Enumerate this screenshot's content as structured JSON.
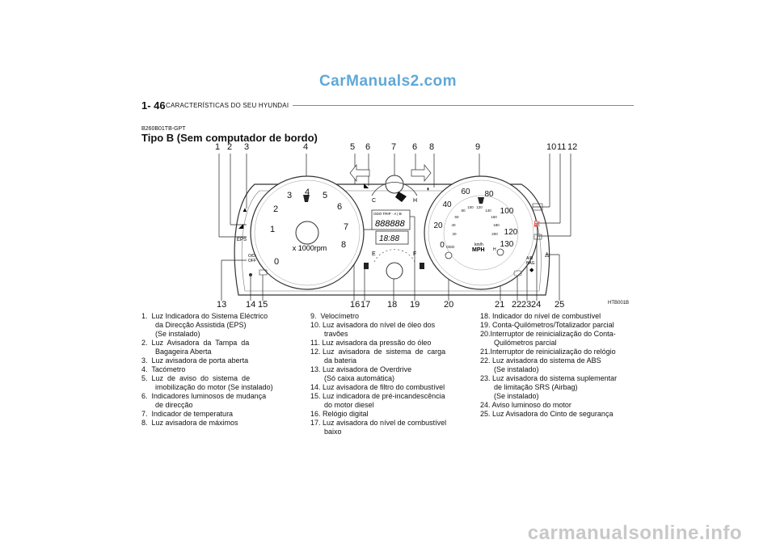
{
  "watermark_top": "CarManuals2.com",
  "header": {
    "page_number": "1- 46",
    "section_title": "CARACTERÍSTICAS DO SEU HYUNDAI"
  },
  "section": {
    "code": "B260B01TB-GPT",
    "title": "Tipo B (Sem computador de bordo)"
  },
  "figure": {
    "code": "HTB001B",
    "callouts_top": [
      "1",
      "2",
      "3",
      "4",
      "5",
      "6",
      "7",
      "6",
      "8",
      "9",
      "10",
      "11",
      "12"
    ],
    "callouts_bottom": [
      "13",
      "14",
      "15",
      "16",
      "17",
      "18",
      "19",
      "20",
      "21",
      "22",
      "23",
      "24",
      "25"
    ],
    "tach_numbers": [
      "0",
      "1",
      "2",
      "3",
      "4",
      "5",
      "6",
      "7",
      "8"
    ],
    "tach_unit": "x 1000rpm",
    "speed_kmh": [
      "0",
      "20",
      "40",
      "60",
      "80",
      "100",
      "120",
      "130"
    ],
    "speed_mph_inner": [
      "20",
      "40",
      "60",
      "80",
      "100",
      "120",
      "140",
      "160",
      "180",
      "200"
    ],
    "speed_unit_kmh": "km/h",
    "speed_unit_mph": "MPH",
    "odo_label": "ODO",
    "odo_trip_label": "ODO TRIP · A | B",
    "odo_digits": "888888",
    "clock_digits": "18:88",
    "gauge_letters": {
      "cold": "C",
      "hot": "H",
      "empty": "E",
      "full": "F",
      "h2": "H"
    },
    "labels": {
      "eps": "EPS",
      "od_off": "O/D\nOFF",
      "abs": "ABS",
      "airbag": "AIR\nBAG"
    }
  },
  "lists": {
    "col1": [
      "1.  Luz Indicadora do Sistema Eléctrico\nda Direcção Assistida (EPS)\n(Se instalado)",
      "2.  Luz  Avisadora  da  Tampa  da\nBagageira Aberta",
      "3.  Luz avisadora de porta aberta",
      "4.  Tacómetro",
      "5.  Luz  de  aviso  do  sistema  de\nimobilização do motor (Se instalado)",
      "6.  Indicadores luminosos de mudança\nde direcção",
      "7.  Indicador de temperatura",
      "8.  Luz avisadora de máximos"
    ],
    "col2": [
      "9.  Velocímetro",
      "10. Luz avisadora do nível de óleo dos\ntravões",
      "11. Luz avisadora da pressão do óleo",
      "12. Luz  avisadora  de  sistema  de  carga\nda bateria",
      "13. Luz avisadora de Overdrive\n(Só caixa automática)",
      "14. Luz avisadora de filtro do combustível",
      "15. Luz indicadora de pré-incandescência\ndo motor diesel",
      "16. Relógio digital",
      "17. Luz avisadora do nível de combustível\nbaixo"
    ],
    "col3": [
      "18. Indicador do nível de combustível",
      "19. Conta-Quilómetros/Totalizador parcial",
      "20.Interruptor de reinicialização do Conta-\nQuilómetros parcial",
      "21.Interruptor de reinicialização do relógio",
      "22. Luz avisadora do sistema de ABS\n(Se instalado)",
      "23. Luz avisadora do sistema suplementar\nde limitação SRS (Airbag)\n(Se instalado)",
      "24. Aviso luminoso do motor",
      "25. Luz Avisadora do Cinto de segurança"
    ]
  },
  "watermark_bottom": "carmanualsonline.info"
}
